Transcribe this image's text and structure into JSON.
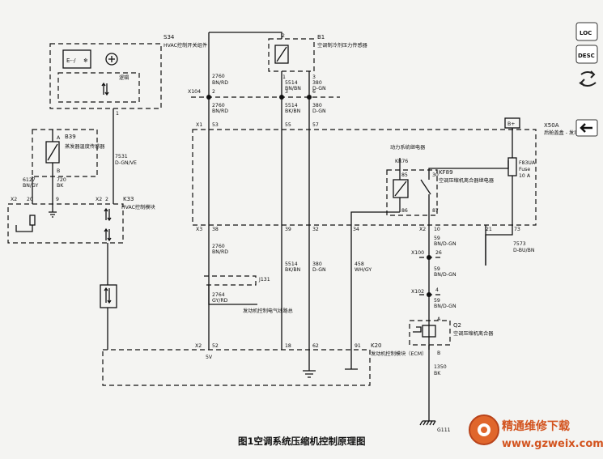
{
  "caption": "图1空调系统压缩机控制原理图",
  "watermark": {
    "brand": "精通维修下载",
    "url": "www.gzweix.com"
  },
  "side_buttons": {
    "loc": "LOC",
    "desc": "DESC"
  },
  "modules": {
    "s34": {
      "id": "S34",
      "name": "HVAC控制开关组件",
      "logic": "逻辑"
    },
    "b39": {
      "id": "B39",
      "name": "蒸发器温度传感器",
      "pin_a": "A",
      "pin_b": "B",
      "wire1_num": "6127",
      "wire1_color": "BN/GY",
      "wire2_num": "720",
      "wire2_color": "BK"
    },
    "k33": {
      "id": "K33",
      "name": "HVAC控制模块",
      "pin_20": "20",
      "pin_9": "9",
      "pin_2": "2",
      "conn_x2": "X2"
    },
    "s34_k33_wire": {
      "pin": "1",
      "num": "7531",
      "color": "D-GN/VE"
    },
    "b1": {
      "id": "B1",
      "name": "空调制冷剂压力传感器",
      "pin_2": "2",
      "pin_1": "1",
      "pin_3": "3"
    },
    "x104": {
      "id": "X104",
      "pin_2": "2",
      "pin_3": "3",
      "pin_6": "6"
    },
    "x1": {
      "id": "X1",
      "pin_53": "53",
      "pin_55": "55",
      "pin_57": "57"
    },
    "x3": {
      "id": "X3",
      "pin_38": "38",
      "pin_39": "39",
      "pin_32": "32",
      "pin_34": "34"
    },
    "x50a": {
      "id": "X50A",
      "name": "后舱盖盒 - 发动机罩下",
      "b_plus": "B+"
    },
    "kr76": {
      "id": "KR76",
      "name": "动力系统继电器"
    },
    "kf89": {
      "id": "KF89",
      "name": "空调压缩机离合器继电器",
      "pin_30": "30",
      "pin_85": "85",
      "pin_86": "86",
      "pin_87": "87"
    },
    "f83ua": {
      "id": "F83UA",
      "fuse": "Fuse",
      "amp": "10 A"
    },
    "x2b": {
      "id": "X2",
      "pin_10": "10",
      "pin_21": "21",
      "pin_73": "73"
    },
    "x100": {
      "id": "X100",
      "pin": "26"
    },
    "x102": {
      "id": "X102",
      "pin": "4"
    },
    "q2": {
      "id": "Q2",
      "name": "空调压缩机离合器",
      "pin_a": "A",
      "pin_b": "B"
    },
    "j131": {
      "id": "J131",
      "name": "发动机控制电气线路总"
    },
    "k20": {
      "id": "K20",
      "name": "发动机控制模块（ECM）",
      "conn": "X2",
      "pin_52": "52",
      "pin_5v": "5V",
      "pin_18": "18",
      "pin_62": "62",
      "pin_91": "91"
    },
    "g111": {
      "id": "G111"
    }
  },
  "wires": {
    "w2760_top": {
      "num": "2760",
      "color": "BN/RD"
    },
    "w5514_top": {
      "num": "5514",
      "color": "BN/BN"
    },
    "w380_top": {
      "num": "380",
      "color": "D-GN"
    },
    "w2760_mid": {
      "num": "2760",
      "color": "BN/RD"
    },
    "w5514_mid": {
      "num": "5514",
      "color": "BK/BN"
    },
    "w380_mid": {
      "num": "380",
      "color": "D-GN"
    },
    "w2760_low": {
      "num": "2760",
      "color": "BN/RD"
    },
    "w5514_low": {
      "num": "5514",
      "color": "BK/BN"
    },
    "w380_low": {
      "num": "380",
      "color": "D-GN"
    },
    "w458": {
      "num": "458",
      "color": "WH/GY"
    },
    "w2764": {
      "num": "2764",
      "color": "GY/RD"
    },
    "w59a": {
      "num": "59",
      "color": "BN/D-GN"
    },
    "w59b": {
      "num": "59",
      "color": "BN/D-GN"
    },
    "w59c": {
      "num": "59",
      "color": "BN/D-GN"
    },
    "w7573": {
      "num": "7573",
      "color": "D-BU/BN"
    },
    "w1350": {
      "num": "1350",
      "color": "BK"
    }
  }
}
